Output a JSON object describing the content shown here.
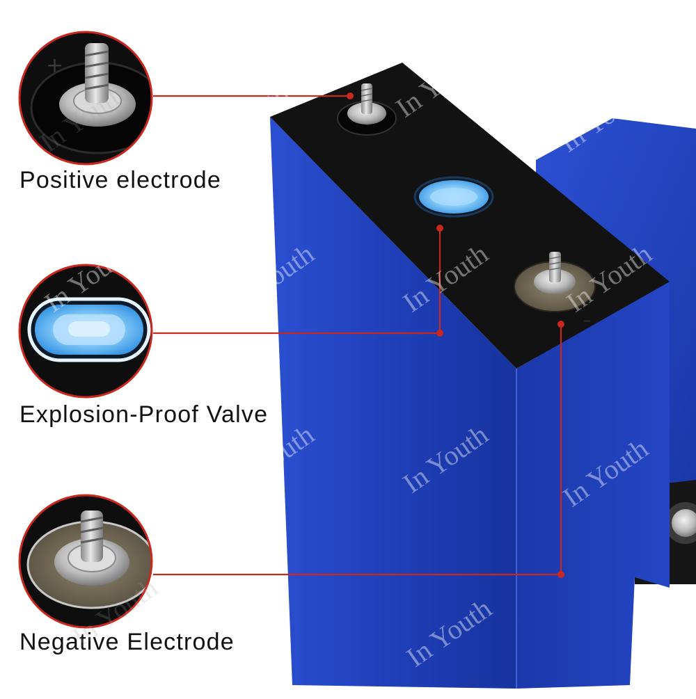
{
  "labels": {
    "positive": "Positive electrode",
    "valve": "Explosion-Proof Valve",
    "negative": "Negative Electrode"
  },
  "terminal_marks": {
    "positive_symbol": "+",
    "negative_symbol": "−"
  },
  "watermark": {
    "text": "In Youth",
    "repeat_count": 14
  },
  "colors": {
    "background": "#ffffff",
    "cell_blue": "#1f3fb8",
    "cell_blue_dark": "#142c8c",
    "top_cover": "#121212",
    "callout_line": "#c8281e",
    "callout_ring": "#c8281e",
    "valve_blue": "#4aa8f0"
  },
  "icons": [
    "positive-terminal-icon",
    "explosion-valve-icon",
    "negative-terminal-icon"
  ]
}
